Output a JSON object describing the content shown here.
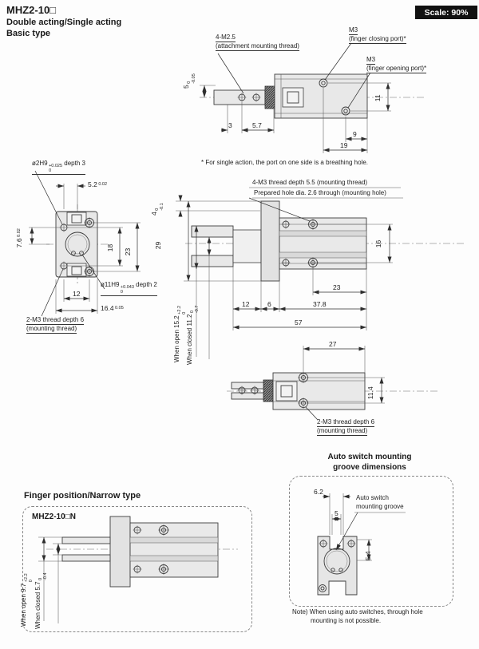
{
  "header": {
    "model": "MHZ2-10□",
    "line1": "Double acting/Single acting",
    "line2": "Basic type",
    "scale": "Scale: 90%"
  },
  "top_view": {
    "attachment_thread": {
      "title": "4-M2.5",
      "sub": "(attachment mounting thread)"
    },
    "closing_port": {
      "title": "M3",
      "sub": "(finger closing port)*"
    },
    "opening_port": {
      "title": "M3",
      "sub": "(finger opening port)*"
    },
    "dim_height": {
      "val": "5",
      "tol_top": "0",
      "tol_bot": "-0.05"
    },
    "dim_3": "3",
    "dim_5_7": "5.7",
    "dim_11": "11",
    "dim_9": "9",
    "dim_19": "19",
    "note": "* For single action, the port on one side is a breathing hole."
  },
  "front_view": {
    "pin_hole": {
      "title": "ø2H9",
      "tol_top": "+0.025",
      "tol_bot": "0",
      "suffix": " depth 3"
    },
    "dim_5_2": {
      "val": "5.2",
      "tol": "0.02"
    },
    "dim_18": "18",
    "dim_23": "23",
    "dim_7_6": {
      "val": "7.6",
      "tol": "0.02"
    },
    "dim_12": "12",
    "dim_16_4": {
      "val": "16.4",
      "tol": "0.05"
    },
    "center_hole": {
      "title": "ø11H9",
      "tol_top": "+0.043",
      "tol_bot": "0",
      "suffix": " depth 2"
    },
    "mounting_thread": {
      "title": "2-M3 thread depth 6",
      "sub": "(mounting thread)"
    }
  },
  "side_view": {
    "mounting_thread_note": "4-M3 thread depth 5.5 (mounting thread)",
    "prepared_hole_note": "Prepared hole dia. 2.6 through (mounting hole)",
    "dim_4": {
      "val": "4",
      "tol_top": "0",
      "tol_bot": "-0.1"
    },
    "dim_29": "29",
    "dim_16": "16",
    "dim_23": "23",
    "dim_12": "12",
    "dim_6": "6",
    "dim_37_8": "37.8",
    "dim_57": "57",
    "when_open": {
      "val": "When open 15.2",
      "tol_top": "+2.2",
      "tol_bot": "0"
    },
    "when_closed": {
      "val": "When closed 11.2",
      "tol_top": "0",
      "tol_bot": "-0.7"
    }
  },
  "bottom_view": {
    "dim_27": "27",
    "dim_11_4": "11.4",
    "mounting_thread": {
      "title": "2-M3 thread depth 6",
      "sub": "(mounting thread)"
    }
  },
  "auto_switch": {
    "title_line1": "Auto switch mounting",
    "title_line2": "groove dimensions",
    "dim_6_2": "6.2",
    "dim_5": "5",
    "groove_label_line1": "Auto switch",
    "groove_label_line2": "mounting groove",
    "dim_5_4": "5.4",
    "note_line1": "Note) When using auto switches, through hole",
    "note_line2": "mounting is not possible."
  },
  "finger_position": {
    "title": "Finger position/Narrow type",
    "model": "MHZ2-10□N",
    "when_open": {
      "val": "When open 9.7",
      "tol_top": "+2.2",
      "tol_bot": "0"
    },
    "when_closed": {
      "val": "When closed 5.7",
      "tol_top": "0",
      "tol_bot": "-0.4"
    }
  }
}
